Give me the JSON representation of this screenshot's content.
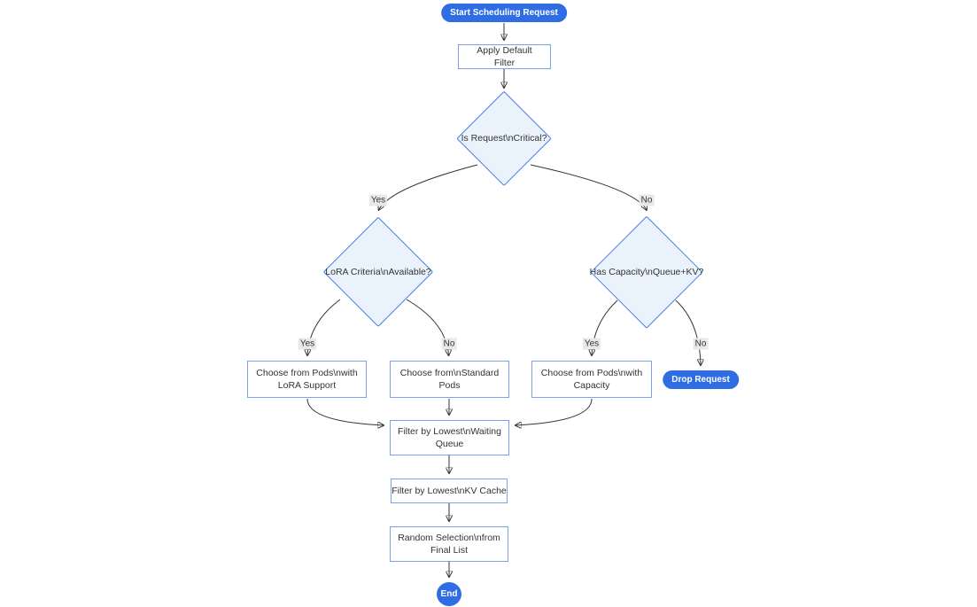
{
  "nodes": {
    "start": {
      "label": "Start Scheduling Request"
    },
    "apply_default_filter": {
      "label": "Apply Default Filter"
    },
    "is_request_critical": {
      "label": "Is Request\\nCritical?"
    },
    "lora_criteria_available": {
      "label": "LoRA Criteria\\nAvailable?"
    },
    "has_capacity_queue_kv": {
      "label": "Has Capacity\\nQueue+KV?"
    },
    "choose_pods_lora": {
      "label": "Choose from Pods\\nwith LoRA Support"
    },
    "choose_standard_pods": {
      "label": "Choose from\\nStandard Pods"
    },
    "choose_pods_capacity": {
      "label": "Choose from Pods\\nwith Capacity"
    },
    "drop_request": {
      "label": "Drop Request"
    },
    "filter_lowest_waiting_queue": {
      "label": "Filter by Lowest\\nWaiting Queue"
    },
    "filter_lowest_kv_cache": {
      "label": "Filter by Lowest\\nKV Cache"
    },
    "random_selection_final_list": {
      "label": "Random Selection\\nfrom Final List"
    },
    "end": {
      "label": "End"
    }
  },
  "edge_labels": {
    "critical_yes": "Yes",
    "critical_no": "No",
    "lora_yes": "Yes",
    "lora_no": "No",
    "capacity_yes": "Yes",
    "capacity_no": "No"
  },
  "colors": {
    "accent_blue": "#2e6de4",
    "diamond_border": "#4a7de6",
    "diamond_fill": "#eaf3fc",
    "rect_border": "#7aa3ee",
    "rect_fill": "#ffffff",
    "edge": "#333333",
    "edge_label_bg": "#e8e8e8",
    "text": "#333333"
  }
}
